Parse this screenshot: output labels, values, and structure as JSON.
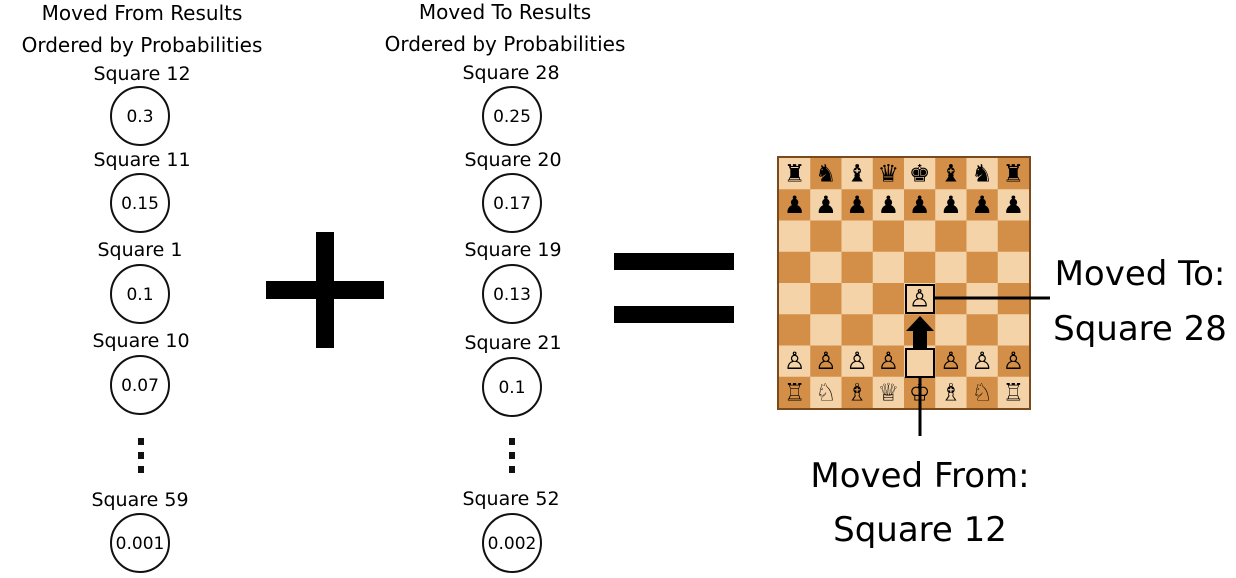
{
  "from_column": {
    "heading_line1": "Moved From Results",
    "heading_line2": "Ordered by Probabilities",
    "items": [
      {
        "label": "Square 12",
        "probability": "0.3"
      },
      {
        "label": "Square 11",
        "probability": "0.15"
      },
      {
        "label": "Square 1",
        "probability": "0.1"
      },
      {
        "label": "Square 10",
        "probability": "0.07"
      },
      {
        "label": "Square 59",
        "probability": "0.001"
      }
    ]
  },
  "operator_plus": "+",
  "to_column": {
    "heading_line1": "Moved To Results",
    "heading_line2": "Ordered by Probabilities",
    "items": [
      {
        "label": "Square 28",
        "probability": "0.25"
      },
      {
        "label": "Square 20",
        "probability": "0.17"
      },
      {
        "label": "Square 19",
        "probability": "0.13"
      },
      {
        "label": "Square 21",
        "probability": "0.1"
      },
      {
        "label": "Square 52",
        "probability": "0.002"
      }
    ]
  },
  "operator_equals": "=",
  "board": {
    "ranks": [
      [
        "♜",
        "♞",
        "♝",
        "♛",
        "♚",
        "♝",
        "♞",
        "♜"
      ],
      [
        "♟",
        "♟",
        "♟",
        "♟",
        "♟",
        "♟",
        "♟",
        "♟"
      ],
      [
        "",
        "",
        "",
        "",
        "",
        "",
        "",
        ""
      ],
      [
        "",
        "",
        "",
        "",
        "",
        "",
        "",
        ""
      ],
      [
        "",
        "",
        "",
        "",
        "♙",
        "",
        "",
        ""
      ],
      [
        "",
        "",
        "",
        "",
        "",
        "",
        "",
        ""
      ],
      [
        "♙",
        "♙",
        "♙",
        "♙",
        "",
        "♙",
        "♙",
        "♙"
      ],
      [
        "♖",
        "♘",
        "♗",
        "♕",
        "♔",
        "♗",
        "♘",
        "♖"
      ]
    ],
    "light_square_color": "#f5d3a8",
    "dark_square_color": "#d38f48",
    "to_label_line1": "Moved To:",
    "to_label_line2": "Square 28",
    "from_label_line1": "Moved From:",
    "from_label_line2": "Square 12"
  }
}
